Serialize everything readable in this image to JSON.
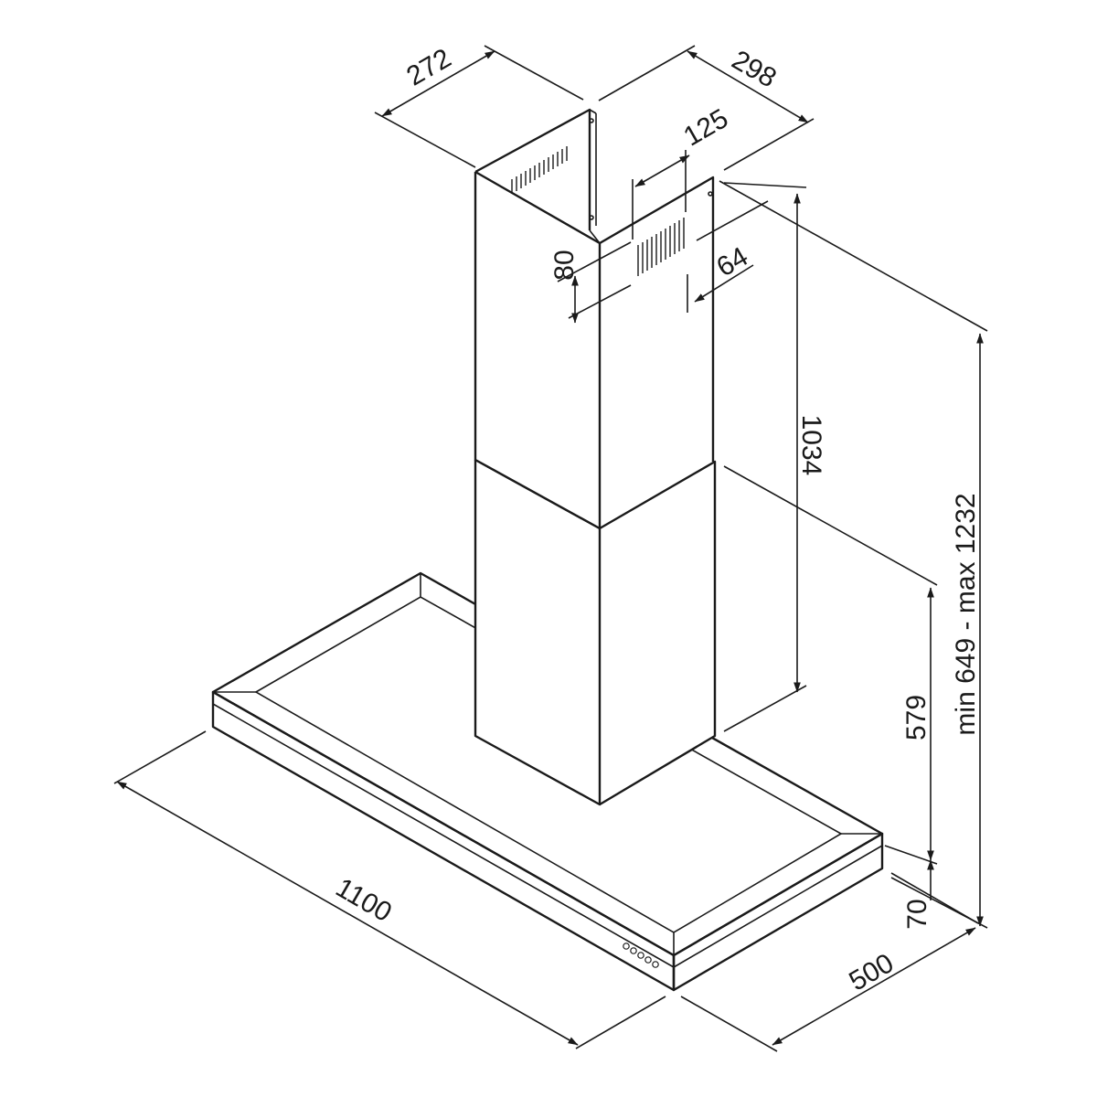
{
  "dimensions": {
    "chimney_depth": "272",
    "chimney_width": "298",
    "vent_width": "125",
    "vent_height": "80",
    "vent_offset": "64",
    "chimney_height": "1034",
    "lower_chimney_height": "579",
    "total_height_range": "min 649 - max 1232",
    "canopy_height": "70",
    "canopy_width": "1100",
    "canopy_depth": "500"
  },
  "colors": {
    "line": "#1a1a1a",
    "background": "#ffffff"
  }
}
